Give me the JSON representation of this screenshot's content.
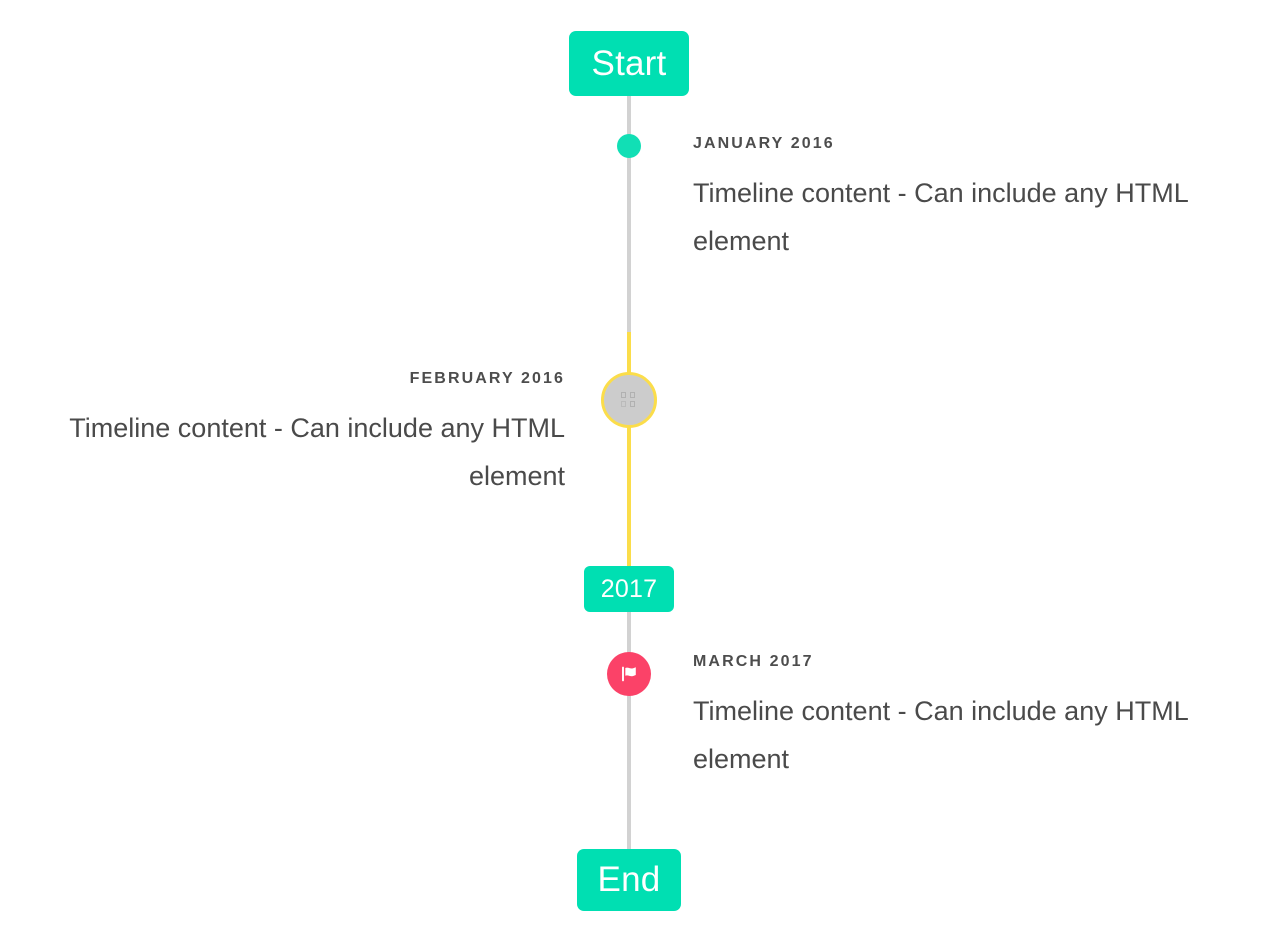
{
  "colors": {
    "accent_teal": "#00dfb2",
    "marker_teal": "#11dfb5",
    "accent_yellow": "#fbdd4a",
    "accent_pink": "#fb4268",
    "line_gray": "#d2d2d2",
    "marker_gray": "#cccccc",
    "date_text": "#4d4d4d",
    "body_text": "#4a4a4a",
    "badge_text": "#ffffff",
    "background": "#ffffff"
  },
  "timeline": {
    "start_badge": {
      "label": "Start"
    },
    "middle_badge": {
      "label": "2017"
    },
    "end_badge": {
      "label": "End"
    },
    "entries": [
      {
        "id": "january-2016",
        "side": "right",
        "date": "JANUARY 2016",
        "body": "Timeline content - Can include any HTML element",
        "marker": {
          "type": "dot",
          "icon": "circle-dot-icon",
          "color": "#11dfb5"
        }
      },
      {
        "id": "february-2016",
        "side": "left",
        "date": "FEBRUARY 2016",
        "body": "Timeline content - Can include any HTML element",
        "marker": {
          "type": "image",
          "icon": "broken-image-icon",
          "color": "#cccccc",
          "ring_color": "#fbdd4a"
        }
      },
      {
        "id": "march-2017",
        "side": "right",
        "date": "MARCH 2017",
        "body": "Timeline content - Can include any HTML element",
        "marker": {
          "type": "flag",
          "icon": "flag-icon",
          "color": "#fb4268"
        }
      }
    ]
  }
}
